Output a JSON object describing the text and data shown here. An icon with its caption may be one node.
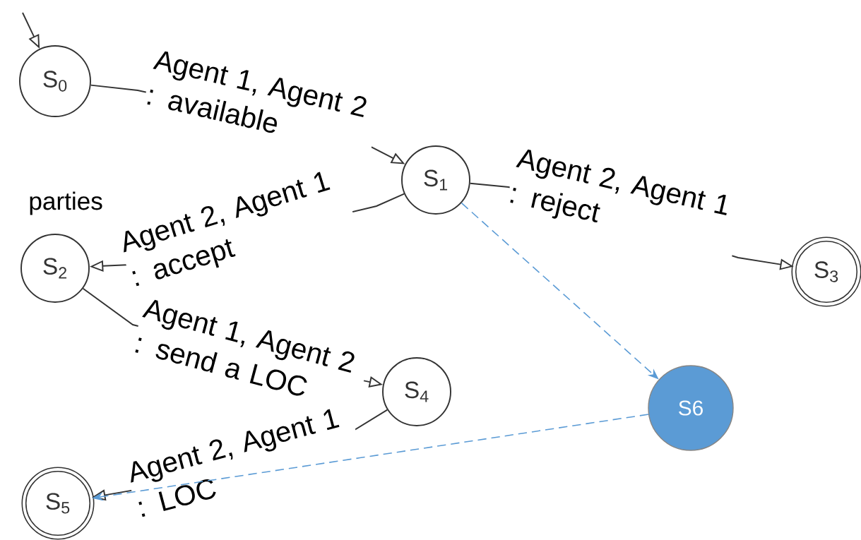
{
  "diagram": {
    "nodes": [
      {
        "text": [
          "S$_{0}$"
        ]
      },
      {
        "text": [
          "S$_{1}$"
        ]
      },
      {
        "text": [
          "S$_{2}$"
        ]
      },
      {
        "text": [
          "S$_{3}$"
        ]
      },
      {
        "text": [
          "S$_{4}$"
        ]
      },
      {
        "text": [
          "S$_{5}$"
        ]
      },
      {
        "text": [
          "S6"
        ]
      }
    ],
    "edges": [
      {
        "from": null,
        "to": 0,
        "arrow": "to"
      },
      {
        "from": 0,
        "to": 1,
        "arrow": "to",
        "label": "Agent 1, Agent 2 : available"
      },
      {
        "from": 1,
        "to": 2,
        "arrow": "to",
        "label": "Agent 2, Agent 1 : accept"
      },
      {
        "from": 1,
        "to": 3,
        "arrow": "to",
        "label": "Agent 2, Agent 1 : reject"
      },
      {
        "from": 2,
        "to": 4,
        "arrow": "to",
        "label": "Agent 1, Agent 2 : send a LOC"
      },
      {
        "from": 4,
        "to": 5,
        "arrow": "to",
        "label": "Agent 2, Agent 1 : LOC"
      },
      {
        "from": 1,
        "to": 6,
        "arrow": "to",
        "style": "dashed",
        "color": "#5b9bd5"
      },
      {
        "from": 6,
        "to": 5,
        "arrow": "to",
        "style": "dashed",
        "color": "#5b9bd5"
      }
    ],
    "labels": [
      "parties"
    ]
  }
}
